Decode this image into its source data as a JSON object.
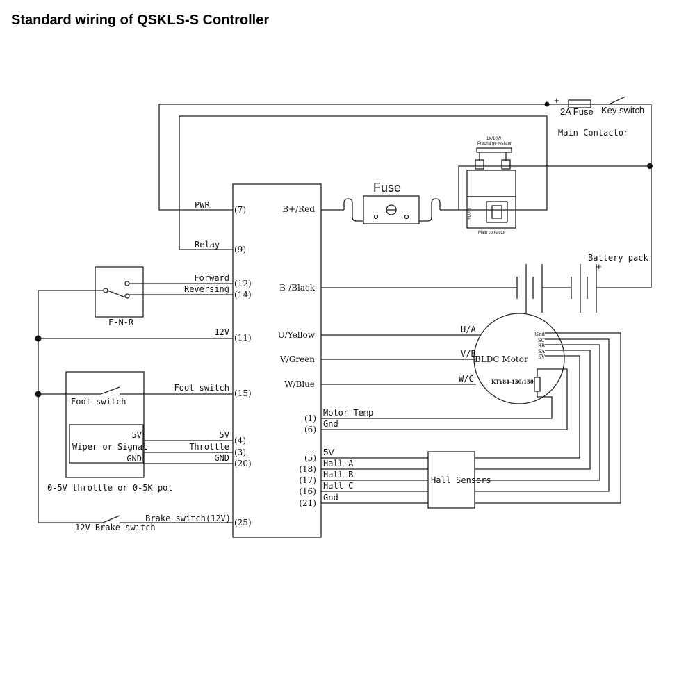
{
  "title": "Standard wiring of  QSKLS-S Controller",
  "controller": {
    "left_pins": [
      {
        "name": "PWR",
        "num": "(7)"
      },
      {
        "name": "Relay",
        "num": "(9)"
      },
      {
        "name": "Forward",
        "num": "(12)"
      },
      {
        "name": "Reversing",
        "num": "(14)"
      },
      {
        "name": "12V",
        "num": "(11)"
      },
      {
        "name": "Foot switch",
        "num": "(15)"
      },
      {
        "name": "5V",
        "num": "(4)"
      },
      {
        "name": "Throttle",
        "num": "(3)"
      },
      {
        "name": "GND",
        "num": "(20)"
      },
      {
        "name": "Brake switch(12V)",
        "num": "(25)"
      }
    ],
    "right_pins": [
      {
        "name": "B+/Red"
      },
      {
        "name": "B-/Black"
      },
      {
        "name": "U/Yellow"
      },
      {
        "name": "V/Green"
      },
      {
        "name": "W/Blue"
      }
    ],
    "signal_pins": [
      {
        "num": "(1)",
        "name": "Motor Temp"
      },
      {
        "num": "(6)",
        "name": "Gnd"
      },
      {
        "num": "(5)",
        "name": "5V"
      },
      {
        "num": "(18)",
        "name": "Hall A"
      },
      {
        "num": "(17)",
        "name": "Hall B"
      },
      {
        "num": "(16)",
        "name": "Hall C"
      },
      {
        "num": "(21)",
        "name": "Gnd"
      }
    ]
  },
  "components": {
    "fnr": "F-N-R",
    "foot_switch": "Foot switch",
    "pot_5v": "5V",
    "pot_wiper": "Wiper or Signal",
    "pot_gnd": "GND",
    "throttle_caption": "0-5V throttle or 0-5K pot",
    "brake_switch": "12V Brake switch",
    "fuse": "Fuse",
    "small_fuse": "2A Fuse",
    "key_switch": "Key switch",
    "main_contactor": "Main Contactor",
    "precharge_top": "1K/10W",
    "precharge_label": "Precharge resistor",
    "diode": "Diode",
    "contactor_small": "Main contactor",
    "battery_pack": "Battery pack",
    "plus_sign": "+",
    "motor": "BLDC Motor",
    "motor_phases": [
      "U/A",
      "V/B",
      "W/C"
    ],
    "motor_hall_labels": [
      "Gnd",
      "SC",
      "SB",
      "SA",
      "5V"
    ],
    "temp_sensor": "KTY84-130/150",
    "hall_sensors": "Hall Sensors"
  }
}
